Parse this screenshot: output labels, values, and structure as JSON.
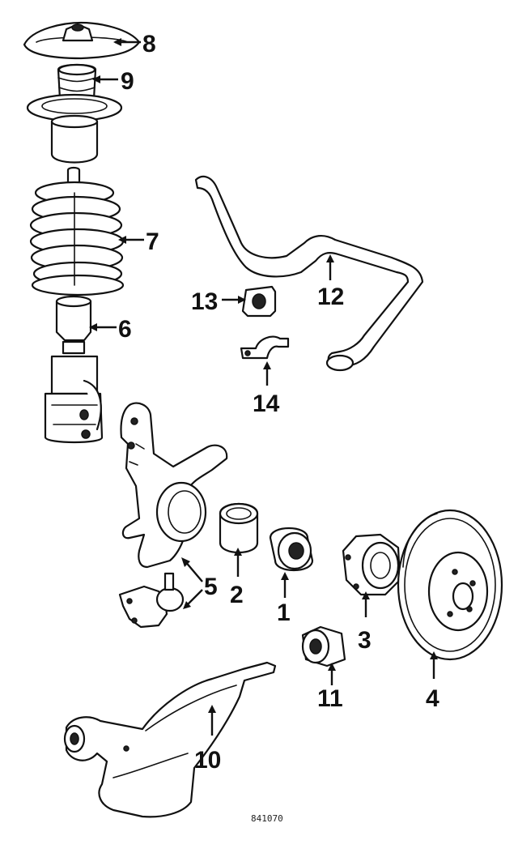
{
  "callouts": [
    "8",
    "9",
    "7",
    "6",
    "13",
    "12",
    "14",
    "5",
    "2",
    "1",
    "3",
    "4",
    "11",
    "10"
  ],
  "drawing_code": "841070"
}
